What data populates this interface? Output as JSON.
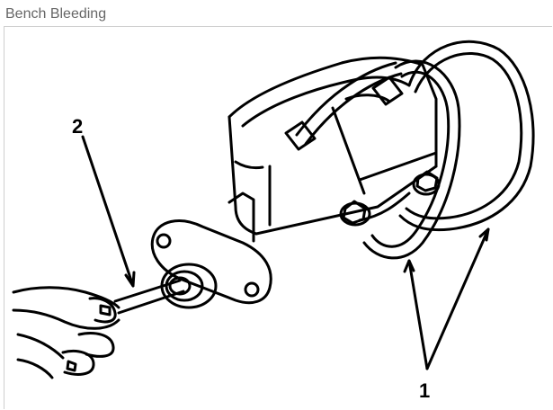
{
  "page": {
    "title": "Bench Bleeding"
  },
  "figure": {
    "callouts": [
      {
        "label": "1"
      },
      {
        "label": "2"
      }
    ],
    "colors": {
      "line": "#000000",
      "background": "#ffffff",
      "title": "#666666",
      "frame": "#cfcfcf"
    }
  }
}
